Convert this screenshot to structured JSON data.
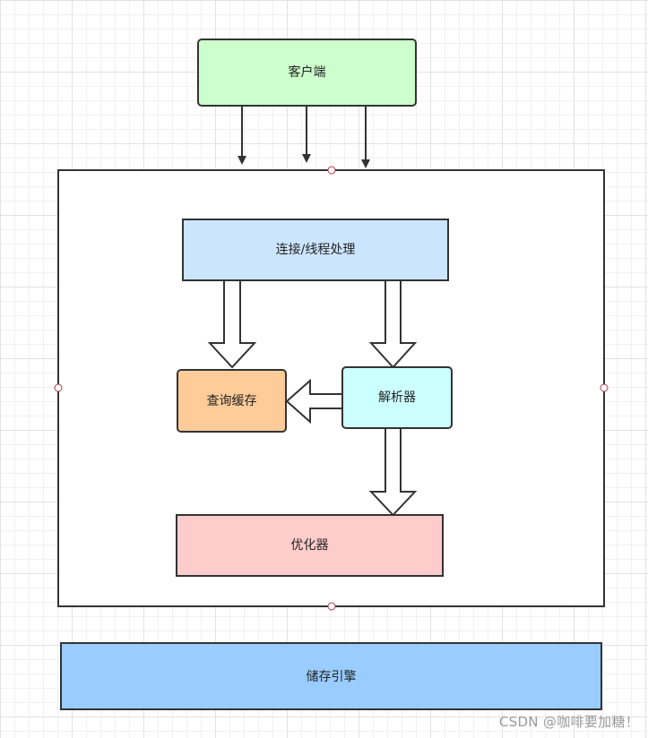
{
  "nodes": {
    "client": {
      "label": "客户端",
      "fill": "#ccffcc"
    },
    "connection": {
      "label": "连接/线程处理",
      "fill": "#cce5ff"
    },
    "query_cache": {
      "label": "查询缓存",
      "fill": "#ffcc99"
    },
    "parser": {
      "label": "解析器",
      "fill": "#ccffff"
    },
    "optimizer": {
      "label": "优化器",
      "fill": "#ffcccc"
    },
    "storage_engine": {
      "label": "储存引擎",
      "fill": "#99ccff"
    }
  },
  "edges": [
    {
      "from": "client",
      "to": "server-container",
      "count": 3
    },
    {
      "from": "connection",
      "to": "query_cache"
    },
    {
      "from": "connection",
      "to": "parser"
    },
    {
      "from": "parser",
      "to": "query_cache"
    },
    {
      "from": "parser",
      "to": "optimizer"
    }
  ],
  "watermark": "CSDN @咖啡要加糖！"
}
